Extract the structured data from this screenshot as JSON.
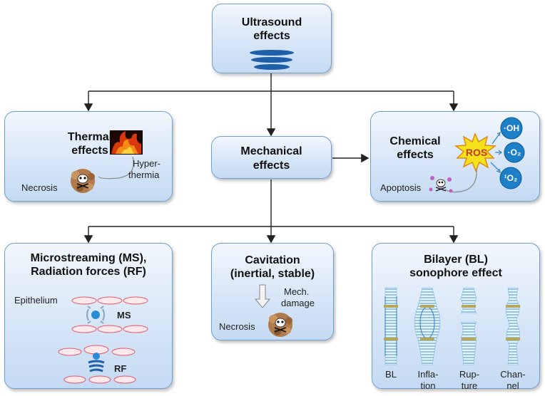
{
  "root": {
    "title_line1": "Ultrasound",
    "title_line2": "effects",
    "icon": "ultrasound-waves-icon"
  },
  "thermal": {
    "title_line1": "Thermal",
    "title_line2": "effects",
    "label_hyper1": "Hyper-",
    "label_hyper2": "thermia",
    "label_necrosis": "Necrosis",
    "icon": "fire-icon"
  },
  "mechanical": {
    "title_line1": "Mechanical",
    "title_line2": "effects"
  },
  "chemical": {
    "title_line1": "Chemical",
    "title_line2": "effects",
    "ros": "ROS",
    "radical_oh": "·OH",
    "radical_o2": "·O₂",
    "radical_singlet": "¹O₂",
    "label_apoptosis": "Apoptosis"
  },
  "microstreaming": {
    "title_line1": "Microstreaming (MS),",
    "title_line2": "Radiation forces (RF)",
    "label_epithelium": "Epithelium",
    "label_ms": "MS",
    "label_rf": "RF"
  },
  "cavitation": {
    "title_line1": "Cavitation",
    "title_line2": "(inertial, stable)",
    "label_mech1": "Mech.",
    "label_mech2": "damage",
    "label_necrosis": "Necrosis"
  },
  "bilayer": {
    "title_line1": "Bilayer (BL)",
    "title_line2": "sonophore effect",
    "stages": [
      {
        "line1": "BL",
        "line2": ""
      },
      {
        "line1": "Infla-",
        "line2": "tion"
      },
      {
        "line1": "Rup-",
        "line2": "ture"
      },
      {
        "line1": "Chan-",
        "line2": "nel"
      }
    ]
  },
  "colors": {
    "box_border": "#6f9fd0",
    "arrow": "#222222",
    "ros_burst": "#f6e21c",
    "ros_text": "#c0392b",
    "radical_bubble": "#1d7fc6",
    "cell_outline": "#e0566a",
    "membrane": "#7ab8e3"
  }
}
